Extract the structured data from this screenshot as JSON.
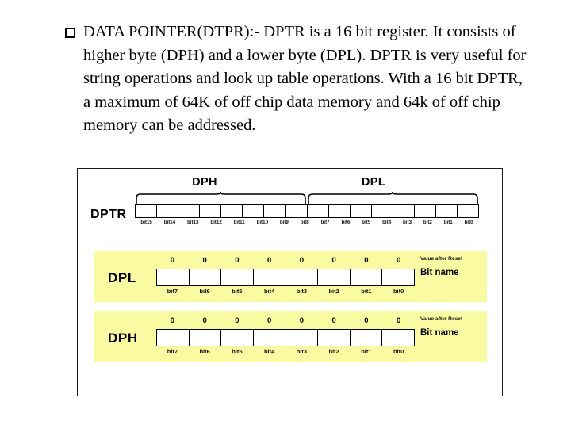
{
  "slide": {
    "bullet": {
      "marker": "hollow-square-bullet",
      "text": "DATA POINTER(DTPR):- DPTR is a 16 bit register. It consists of higher byte (DPH) and a lower byte (DPL). DPTR is very useful for string operations and look up table operations. With a 16 bit DPTR, a maximum of 64K of off chip data memory and 64k of off chip memory can be addressed."
    },
    "diagram": {
      "dptr": {
        "label": "DPTR",
        "group_high_label": "DPH",
        "group_low_label": "DPL",
        "bits": [
          "bit15",
          "bit14",
          "bit13",
          "bit12",
          "bit11",
          "bit10",
          "bit9",
          "bit8",
          "bit7",
          "bit6",
          "bit5",
          "bit4",
          "bit3",
          "bit2",
          "bit1",
          "bit0"
        ]
      },
      "registers": [
        {
          "name": "DPL",
          "values": [
            "0",
            "0",
            "0",
            "0",
            "0",
            "0",
            "0",
            "0"
          ],
          "bits": [
            "bit7",
            "bit6",
            "bit5",
            "bit4",
            "bit3",
            "bit2",
            "bit1",
            "bit0"
          ],
          "side_reset_label": "Value after Reset",
          "side_bitname_label": "Bit name"
        },
        {
          "name": "DPH",
          "values": [
            "0",
            "0",
            "0",
            "0",
            "0",
            "0",
            "0",
            "0"
          ],
          "bits": [
            "bit7",
            "bit6",
            "bit5",
            "bit4",
            "bit3",
            "bit2",
            "bit1",
            "bit0"
          ],
          "side_reset_label": "Value after Reset",
          "side_bitname_label": "Bit name"
        }
      ]
    }
  },
  "colors": {
    "background": "#ffffff",
    "text": "#000000",
    "register_fill": "#fafaa3",
    "border": "#1a1a1a"
  }
}
